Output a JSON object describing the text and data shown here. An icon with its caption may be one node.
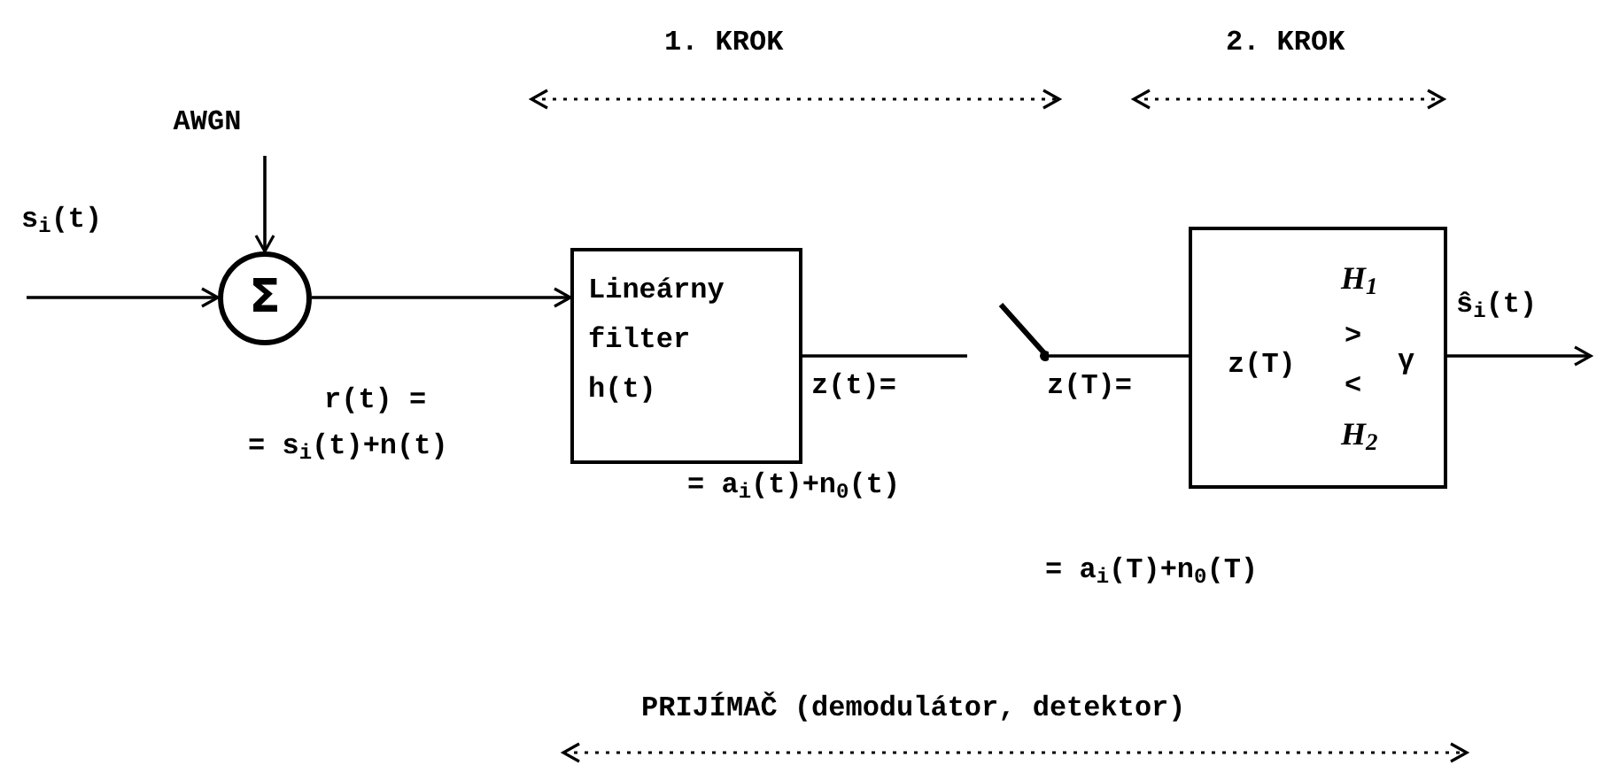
{
  "diagram": {
    "nodes": [
      {
        "text": [
          "AWGN"
        ]
      },
      {
        "text": [
          "Σ"
        ]
      },
      {
        "text": [
          "Lineárny filter h(t)"
        ]
      },
      {
        "text": [],
        "shape": "switch"
      },
      {
        "text": [
          "z(T)",
          "H$_{1}$",
          ">",
          "<",
          "γ",
          "H$_{2}$"
        ]
      }
    ],
    "edges": [
      {
        "from": null,
        "to": 1,
        "arrow": "to",
        "label": "s$_{i}$(t)"
      },
      {
        "from": 0,
        "to": 1,
        "arrow": "to"
      },
      {
        "from": 1,
        "to": 2,
        "arrow": "to"
      },
      {
        "from": 2,
        "to": 3,
        "arrow": "none"
      },
      {
        "from": 3,
        "to": 4,
        "arrow": "none"
      },
      {
        "from": 4,
        "to": null,
        "arrow": "to",
        "label": "ŝ$_{i}$(t)"
      }
    ],
    "labels": [
      "1. KROK",
      "2. KROK",
      "r(t) =",
      "= s$_{i}$(t)+n(t)",
      "z(t)=",
      "= a$_{i}$(t)+n$_{0}$(t)",
      "z(T)=",
      "= a$_{i}$(T)+n$_{0}$(T)",
      "PRIJÍMAČ (demodulátor, detektor)"
    ]
  }
}
